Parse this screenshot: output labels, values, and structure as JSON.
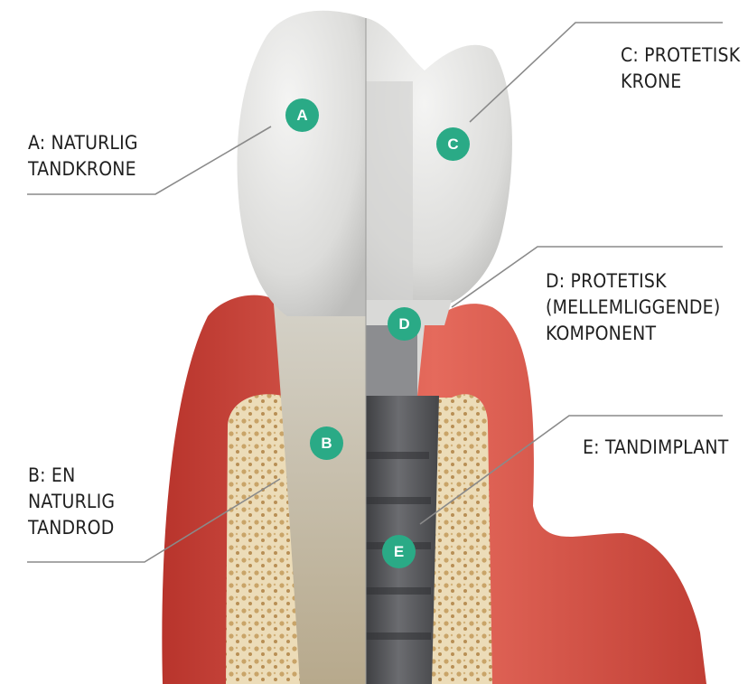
{
  "labels": {
    "a": "A: NATURLIG\nTANDKRONE",
    "b": "B: EN\nNATURLIG\nTANDROD",
    "c": "C: PROTETISK\nKRONE",
    "d": "D: PROTETISK\n(MELLEMLIGGENDE)\nKOMPONENT",
    "e": "E: TANDIMPLANT"
  },
  "markers": {
    "a": "A",
    "b": "B",
    "c": "C",
    "d": "D",
    "e": "E"
  },
  "colors": {
    "marker": "#2aaa86",
    "gum": "#d9544a",
    "bone": "#ead9b4",
    "crown": "#e4e4e2",
    "root": "#c6bca8",
    "implant": "#5a5b5e",
    "leader_line": "#8a8a8a"
  }
}
